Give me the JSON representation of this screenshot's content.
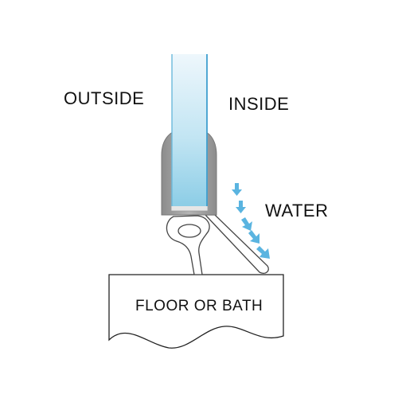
{
  "labels": {
    "outside": "OUTSIDE",
    "inside": "INSIDE",
    "water": "WATER",
    "floor": "FLOOR OR BATH"
  },
  "colors": {
    "glass_top": "#e8f4fb",
    "glass_bottom": "#8fcde6",
    "glass_edge": "#4aa8d4",
    "seal": "#9a9a9a",
    "seal_light": "#cfcfcf",
    "arrows": "#5ab4e0",
    "outline": "#222222"
  }
}
